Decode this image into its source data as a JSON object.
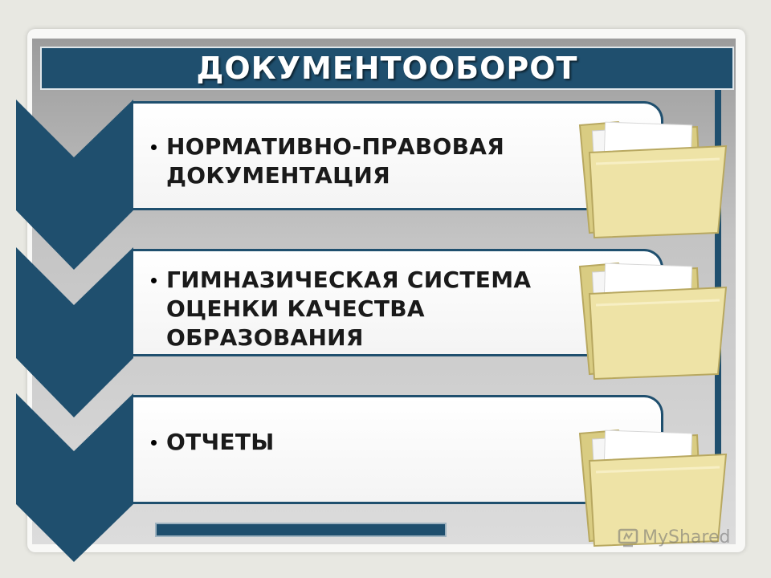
{
  "title": "ДОКУМЕНТООБОРОТ",
  "items": [
    {
      "label": "НОРМАТИВНО-ПРАВОВАЯ\nДОКУМЕНТАЦИЯ",
      "icon": "folder-icon"
    },
    {
      "label": "ГИМНАЗИЧЕСКАЯ СИСТЕМА\nОЦЕНКИ КАЧЕСТВА\nОБРАЗОВАНИЯ",
      "icon": "folder-icon"
    },
    {
      "label": "ОТЧЕТЫ",
      "icon": "folder-icon"
    }
  ],
  "watermark": "MyShared",
  "colors": {
    "accent": "#1f4f6e",
    "folder": "#e8dc9c",
    "background": "#e8e8e2"
  }
}
